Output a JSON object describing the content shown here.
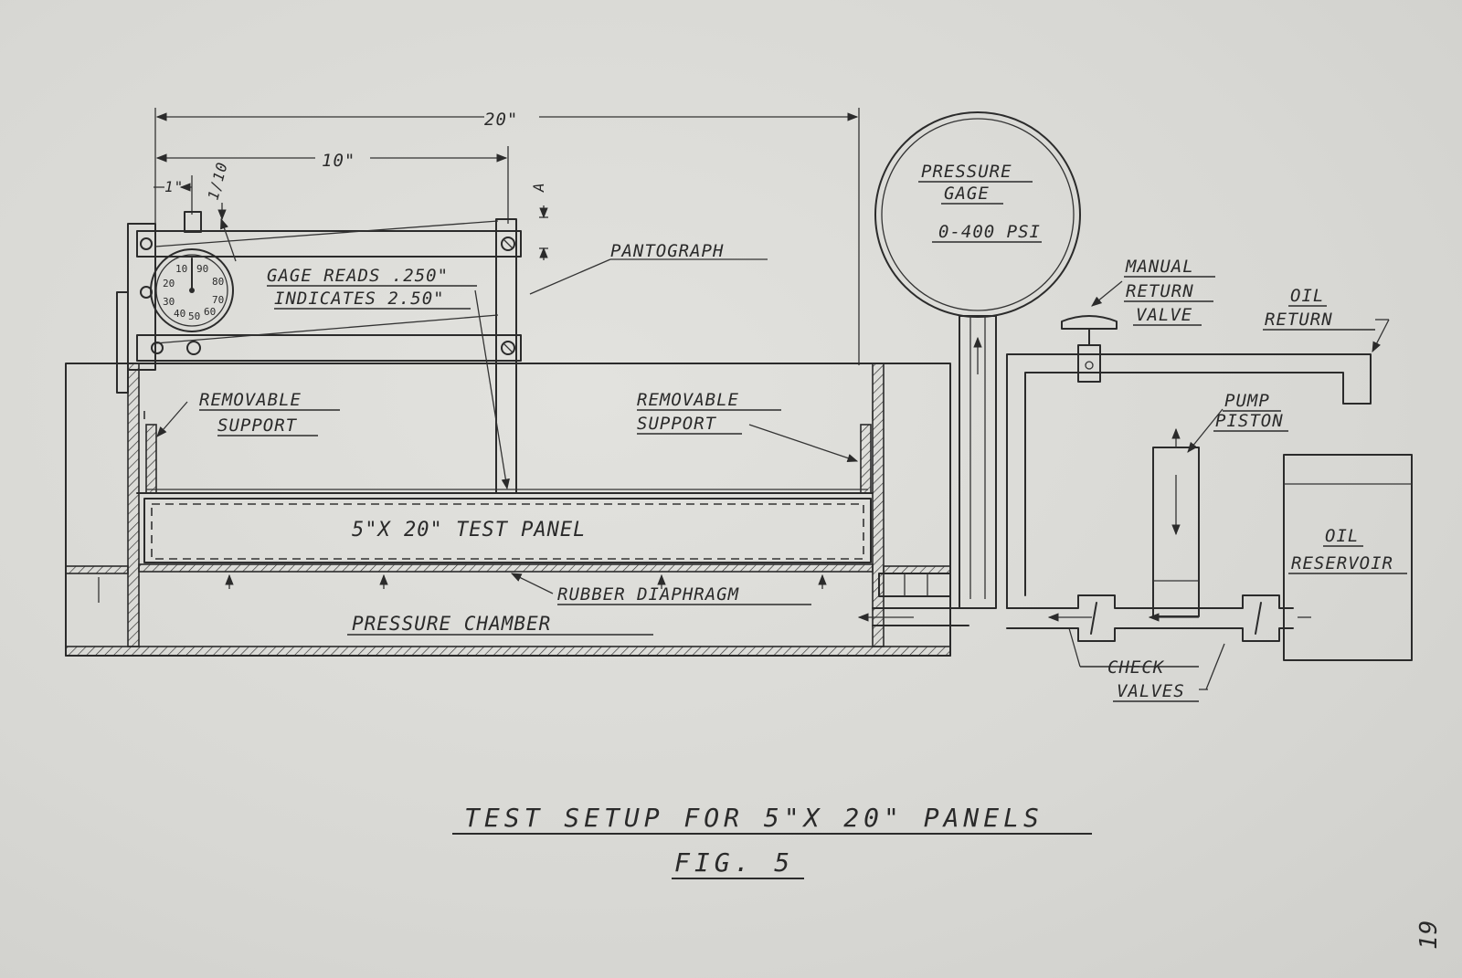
{
  "labels": {
    "dim_20": "20\"",
    "dim_10": "10\"",
    "dim_1": "1\"",
    "dim_a": "A",
    "dim_tenth": "1/10",
    "pantograph": "PANTOGRAPH",
    "gage_reads": "GAGE READS .250\"",
    "indicates": "INDICATES 2.50\"",
    "removable_support_left_1": "REMOVABLE",
    "removable_support_left_2": "SUPPORT",
    "removable_support_right_1": "REMOVABLE",
    "removable_support_right_2": "SUPPORT",
    "test_panel": "5\"X 20\" TEST PANEL",
    "rubber_diaphragm": "RUBBER DIAPHRAGM",
    "pressure_chamber": "PRESSURE CHAMBER",
    "pressure_gage_1": "PRESSURE",
    "pressure_gage_2": "GAGE",
    "pressure_gage_3": "0-400 PSI",
    "manual_return_valve_1": "MANUAL",
    "manual_return_valve_2": "RETURN",
    "manual_return_valve_3": "VALVE",
    "oil_return_1": "OIL",
    "oil_return_2": "RETURN",
    "pump_piston_1": "PUMP",
    "pump_piston_2": "PISTON",
    "oil_reservoir_1": "OIL",
    "oil_reservoir_2": "RESERVOIR",
    "check_valves_1": "CHECK",
    "check_valves_2": "VALVES",
    "dial_numbers": [
      "10",
      "90",
      "20",
      "80",
      "30",
      "70",
      "40",
      "60",
      "50"
    ],
    "page_number": "19"
  },
  "title": {
    "main": "TEST SETUP FOR 5\"X 20\" PANELS",
    "fig": "FIG. 5"
  }
}
